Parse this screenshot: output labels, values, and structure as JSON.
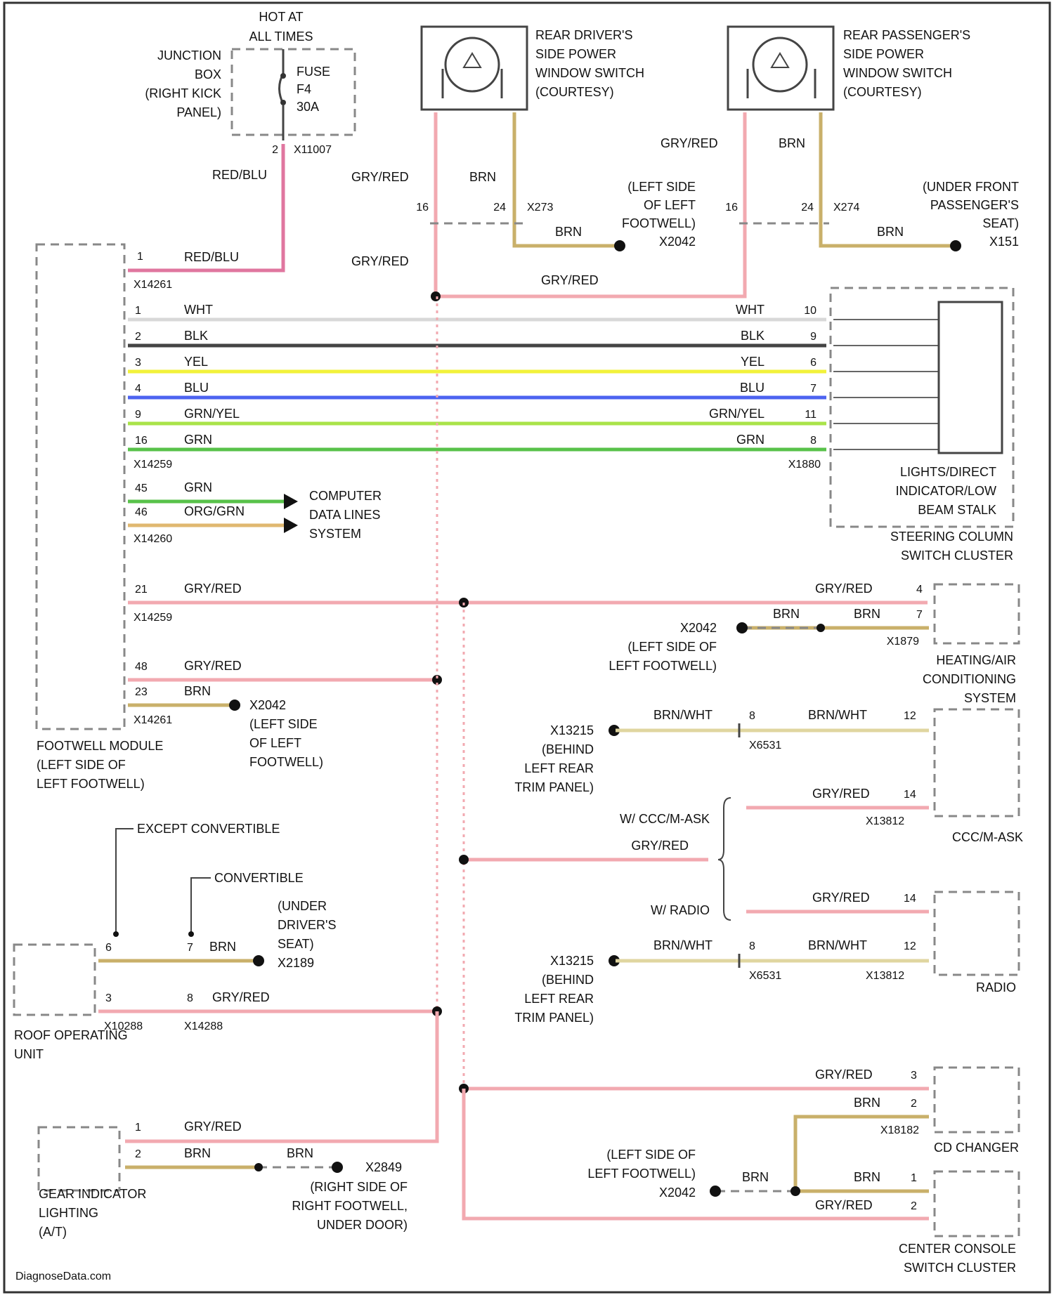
{
  "colors": {
    "red_blu": "#e0769f",
    "gry_red": "#f2a9b0",
    "brn": "#c9b06a",
    "wht": "#d8d8d8",
    "blk": "#444444",
    "yel": "#f2f23a",
    "blu": "#4d63f0",
    "grn_yel": "#a9e34a",
    "grn": "#58c24a",
    "org_grn": "#e0b870"
  },
  "icons": [
    "motor-switch-icon",
    "ground-icon",
    "arrow-right-icon"
  ],
  "fuse": {
    "hot_line1": "HOT AT",
    "hot_line2": "ALL TIMES",
    "jb1": "JUNCTION",
    "jb2": "BOX",
    "jb3": "(RIGHT KICK",
    "jb4": "PANEL)",
    "fuse1": "FUSE",
    "fuse2": "F4",
    "fuse3": "30A",
    "pin": "2",
    "conn": "X11007",
    "wire": "RED/BLU"
  },
  "rear_driver_switch": {
    "l1": "REAR DRIVER'S",
    "l2": "SIDE POWER",
    "l3": "WINDOW SWITCH",
    "l4": "(COURTESY)",
    "pin_left": "16",
    "pin_right": "24",
    "conn": "X273",
    "wire_left": "GRY/RED",
    "wire_right": "BRN",
    "wire_gnd": "BRN",
    "wire_down": "GRY/RED",
    "gnd1": "(LEFT SIDE",
    "gnd2": "OF LEFT",
    "gnd3": "FOOTWELL)",
    "gnd_conn": "X2042"
  },
  "rear_pass_switch": {
    "l1": "REAR PASSENGER'S",
    "l2": "SIDE POWER",
    "l3": "WINDOW SWITCH",
    "l4": "(COURTESY)",
    "pin_left": "16",
    "pin_right": "24",
    "conn": "X274",
    "wire_left": "GRY/RED",
    "wire_right": "BRN",
    "wire_gnd": "BRN",
    "gnd1": "(UNDER FRONT",
    "gnd2": "PASSENGER'S",
    "gnd3": "SEAT)",
    "gnd_conn": "X151",
    "link_wire": "GRY/RED"
  },
  "footwell": {
    "l1": "FOOTWELL MODULE",
    "l2": "(LEFT SIDE OF",
    "l3": "LEFT FOOTWELL)",
    "pin_power": "1",
    "power_wire": "RED/BLU",
    "conn_power": "X14261",
    "conn_bus": "X14259",
    "conn_data": "X14260",
    "conn_21": "X14259",
    "conn_48": "X14261",
    "data_pins": [
      {
        "pin": "45",
        "wire": "GRN"
      },
      {
        "pin": "46",
        "wire": "ORG/GRN"
      }
    ],
    "data_dest1": "COMPUTER",
    "data_dest2": "DATA LINES",
    "data_dest3": "SYSTEM",
    "pin21": "21",
    "wire21": "GRY/RED",
    "pin48": "48",
    "wire48": "GRY/RED",
    "pin23": "23",
    "wire23": "BRN",
    "gnd_conn": "X2042",
    "gnd1": "(LEFT SIDE",
    "gnd2": "OF LEFT",
    "gnd3": "FOOTWELL)"
  },
  "bus": [
    {
      "pin_l": "1",
      "wire_l": "WHT",
      "wire_r": "WHT",
      "pin_r": "10"
    },
    {
      "pin_l": "2",
      "wire_l": "BLK",
      "wire_r": "BLK",
      "pin_r": "9"
    },
    {
      "pin_l": "3",
      "wire_l": "YEL",
      "wire_r": "YEL",
      "pin_r": "6"
    },
    {
      "pin_l": "4",
      "wire_l": "BLU",
      "wire_r": "BLU",
      "pin_r": "7"
    },
    {
      "pin_l": "9",
      "wire_l": "GRN/YEL",
      "wire_r": "GRN/YEL",
      "pin_r": "11"
    },
    {
      "pin_l": "16",
      "wire_l": "GRN",
      "wire_r": "GRN",
      "pin_r": "8"
    }
  ],
  "steering": {
    "conn": "X1880",
    "l1": "LIGHTS/DIRECT",
    "l2": "INDICATOR/LOW",
    "l3": "BEAM STALK",
    "c1": "STEERING COLUMN",
    "c2": "SWITCH CLUSTER"
  },
  "hvac": {
    "wire_a": "GRY/RED",
    "pin_a": "4",
    "wire_b": "BRN",
    "wire_b2": "BRN",
    "pin_b": "7",
    "conn": "X1879",
    "gnd_conn": "X2042",
    "gnd1": "(LEFT SIDE OF",
    "gnd2": "LEFT FOOTWELL)",
    "l1": "HEATING/AIR",
    "l2": "CONDITIONING",
    "l3": "SYSTEM"
  },
  "cccm": {
    "gnd_conn": "X13215",
    "gnd1": "(BEHIND",
    "gnd2": "LEFT REAR",
    "gnd3": "TRIM PANEL)",
    "wire_a": "BRN/WHT",
    "pin_inline": "8",
    "inline_conn": "X6531",
    "wire_b": "BRN/WHT",
    "pin_b": "12",
    "wire_c": "GRY/RED",
    "pin_c": "14",
    "conn": "X13812",
    "label": "CCC/M-ASK",
    "opt1": "W/ CCC/M-ASK",
    "opt2": "W/ RADIO",
    "branch_wire": "GRY/RED"
  },
  "radio": {
    "wire_c": "GRY/RED",
    "pin_c": "14",
    "gnd_conn": "X13215",
    "gnd1": "(BEHIND",
    "gnd2": "LEFT REAR",
    "gnd3": "TRIM PANEL)",
    "wire_a": "BRN/WHT",
    "pin_inline": "8",
    "inline_conn": "X6531",
    "wire_b": "BRN/WHT",
    "pin_b": "12",
    "conn": "X13812",
    "label": "RADIO"
  },
  "roof": {
    "opt_a": "EXCEPT CONVERTIBLE",
    "opt_b": "CONVERTIBLE",
    "gnd1": "(UNDER",
    "gnd2": "DRIVER'S",
    "gnd3": "SEAT)",
    "gnd_conn": "X2189",
    "pin_a": "6",
    "pin_b": "7",
    "wire_brn": "BRN",
    "pin_c": "3",
    "pin_d": "8",
    "wire_gr": "GRY/RED",
    "conn_a": "X10288",
    "conn_b": "X14288",
    "l1": "ROOF OPERATING",
    "l2": "UNIT"
  },
  "gear": {
    "pin1": "1",
    "wire1": "GRY/RED",
    "pin2": "2",
    "wire2": "BRN",
    "wire3": "BRN",
    "gnd_conn": "X2849",
    "gnd1": "(RIGHT SIDE OF",
    "gnd2": "RIGHT FOOTWELL,",
    "gnd3": "UNDER DOOR)",
    "l1": "GEAR INDICATOR",
    "l2": "LIGHTING",
    "l3": "(A/T)"
  },
  "cd": {
    "wire_a": "GRY/RED",
    "pin_a": "3",
    "wire_b": "BRN",
    "pin_b": "2",
    "conn": "X18182",
    "label": "CD CHANGER"
  },
  "console": {
    "gnd1": "(LEFT SIDE OF",
    "gnd2": "LEFT FOOTWELL)",
    "gnd_conn": "X2042",
    "wire_gnd": "BRN",
    "wire_brn": "BRN",
    "pin_brn": "1",
    "wire_gr": "GRY/RED",
    "pin_gr": "2",
    "l1": "CENTER CONSOLE",
    "l2": "SWITCH CLUSTER"
  },
  "footer": "DiagnoseData.com"
}
